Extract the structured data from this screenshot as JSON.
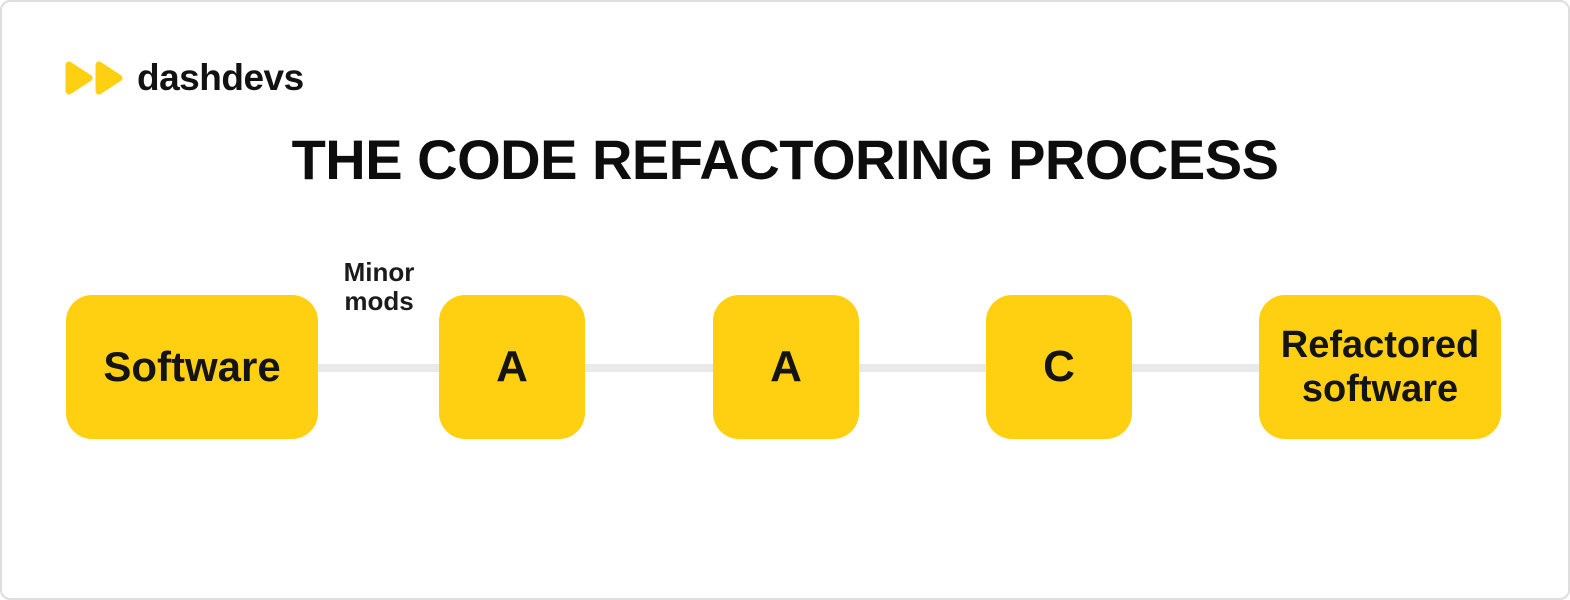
{
  "brand": {
    "name": "dashdevs"
  },
  "title": "THE CODE REFACTORING PROCESS",
  "diagram": {
    "connector_label": "Minor mods",
    "nodes": [
      {
        "label": "Software"
      },
      {
        "label": "A"
      },
      {
        "label": "A"
      },
      {
        "label": "C"
      },
      {
        "label": "Refactored software"
      }
    ]
  },
  "colors": {
    "accent_yellow": "#ffd011",
    "connector_gray": "#e9e9e9",
    "ink_black": "#121212",
    "canvas_border": "#dedede"
  }
}
